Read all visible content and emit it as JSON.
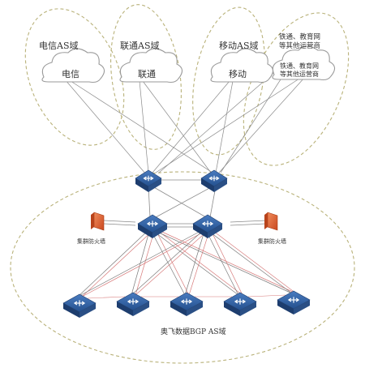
{
  "domains": [
    {
      "label": "电信AS域",
      "cloud_label": "电信"
    },
    {
      "label": "联通AS域",
      "cloud_label": "联通"
    },
    {
      "label": "移动AS域",
      "cloud_label": "移动"
    },
    {
      "label": "铁通、教育网\n等其他运营商",
      "cloud_label": "铁通、教育网\n等其他运营商"
    }
  ],
  "firewalls": [
    {
      "label": "集群防火墙"
    },
    {
      "label": "集群防火墙"
    }
  ],
  "bottom_domain_label": "奥飞数据BGP AS域",
  "colors": {
    "dash": "#b9b27a",
    "device_top": "#2f5f9e",
    "device_dark": "#1d3d6e",
    "firewall": "#e26a3a",
    "link_gray": "#777777",
    "link_red": "#d77979"
  }
}
